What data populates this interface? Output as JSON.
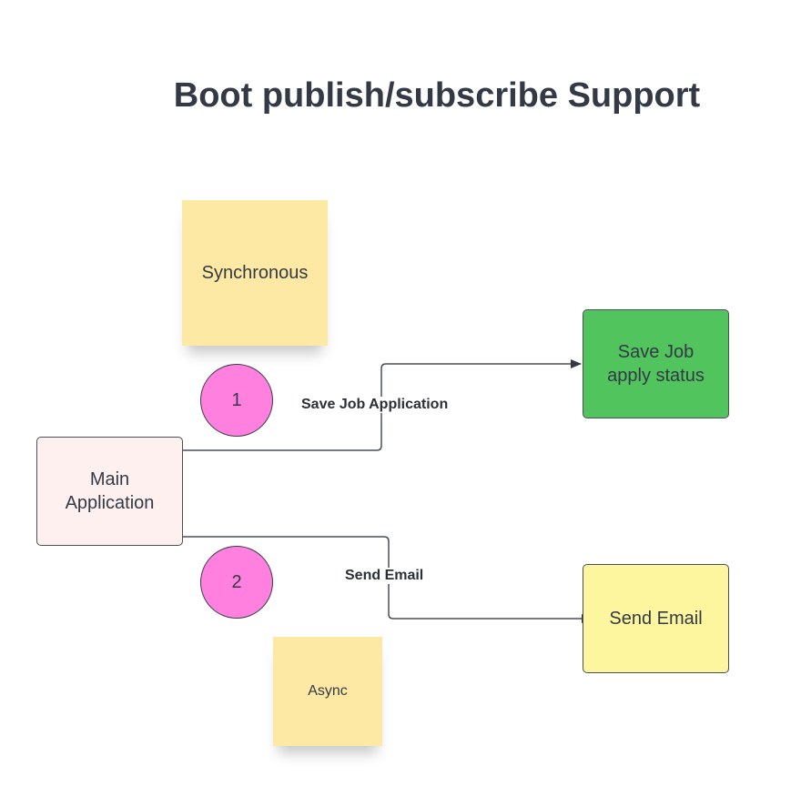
{
  "title": "Boot publish/subscribe Support",
  "notes": {
    "sync": "Synchronous",
    "async": "Async"
  },
  "nodes": {
    "main": "Main Application",
    "save_job": "Save Job apply status",
    "send_email": "Send Email"
  },
  "steps": {
    "one": "1",
    "two": "2"
  },
  "edges": {
    "save_job_label": "Save Job Application",
    "send_email_label": "Send Email"
  },
  "colors": {
    "sticky": "#fde9a3",
    "main_fill": "#fdf0ef",
    "save_job_fill": "#52c45e",
    "send_email_fill": "#fef59f",
    "step_circle": "#ff80df",
    "text": "#333a46"
  }
}
